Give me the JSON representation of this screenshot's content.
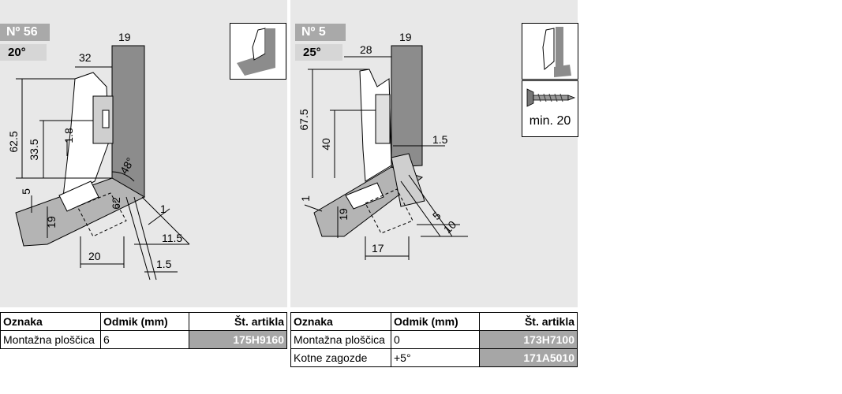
{
  "left": {
    "badge_no": "Nº 56",
    "badge_angle": "20°",
    "dims": [
      "19",
      "32",
      "62.5",
      "33.5",
      "1.8",
      "48°",
      "5",
      "19",
      "62",
      "1",
      "11.5",
      "1.5",
      "20"
    ],
    "table": {
      "headers": [
        "Oznaka",
        "Odmik (mm)",
        "Št. artikla"
      ],
      "rows": [
        [
          "Montažna ploščica",
          "6",
          "175H9160"
        ]
      ]
    }
  },
  "right": {
    "badge_no": "Nº 5",
    "badge_angle": "25°",
    "dims": [
      "28",
      "19",
      "67.5",
      "40",
      "1.5",
      "1",
      "19",
      "5",
      "10",
      "17"
    ],
    "screw_label": "min. 20",
    "table": {
      "headers": [
        "Oznaka",
        "Odmik (mm)",
        "Št. artikla"
      ],
      "rows": [
        [
          "Montažna ploščica",
          "0",
          "173H7100"
        ],
        [
          "Kotne zagozde",
          "+5°",
          "171A5010"
        ]
      ]
    }
  }
}
